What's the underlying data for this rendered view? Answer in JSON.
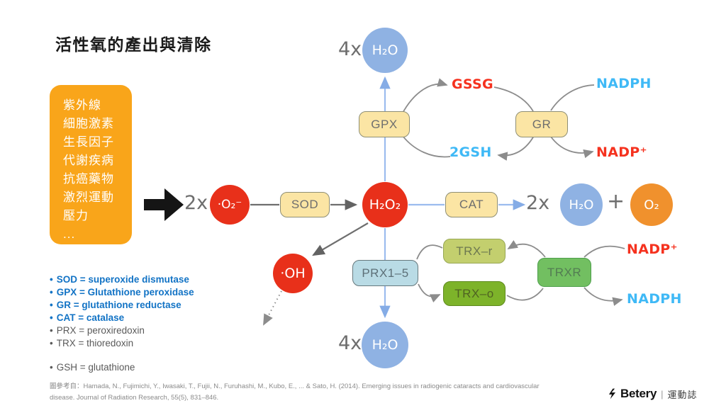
{
  "title": "活性氧的產出與清除",
  "causes": {
    "items": [
      "紫外線",
      "細胞激素",
      "生長因子",
      "代謝疾病",
      "抗癌藥物",
      "激烈運動",
      "壓力",
      "..."
    ]
  },
  "nodes": {
    "superoxide": {
      "label": "·O₂⁻",
      "multiplier": "2x"
    },
    "h2o2": {
      "label": "H₂O₂"
    },
    "h2o_top": {
      "label": "H₂O",
      "multiplier": "4x"
    },
    "h2o_right": {
      "label": "H₂O",
      "multiplier": "2x"
    },
    "o2": {
      "label": "O₂"
    },
    "plus_sign": "+",
    "hydroxyl": {
      "label": "·OH"
    },
    "h2o_bottom": {
      "label": "H₂O",
      "multiplier": "4x"
    }
  },
  "enzymes": {
    "sod": "SOD",
    "gpx": "GPX",
    "gr": "GR",
    "cat": "CAT",
    "prx": "PRX1–5",
    "trx_r": "TRX–r",
    "trx_o": "TRX–o",
    "trxr": "TRXR"
  },
  "metabolites": {
    "gssg": "GSSG",
    "gsh": "2GSH",
    "nadph_top": "NADPH",
    "nadp_top": "NADP⁺",
    "nadp_bottom": "NADP⁺",
    "nadph_bottom": "NADPH"
  },
  "legend": {
    "items": [
      {
        "bullet": "•",
        "text": "SOD = superoxide dismutase",
        "highlight": true
      },
      {
        "bullet": "•",
        "text": "GPX = Glutathione peroxidase",
        "highlight": true
      },
      {
        "bullet": "•",
        "text": "GR = glutathione reductase",
        "highlight": true
      },
      {
        "bullet": "•",
        "text": "CAT = catalase",
        "highlight": true
      },
      {
        "bullet": "•",
        "text": "PRX = peroxiredoxin",
        "highlight": false
      },
      {
        "bullet": "•",
        "text": "TRX = thioredoxin",
        "highlight": false
      },
      {
        "bullet": "•",
        "text": "GSH = glutathione",
        "highlight": false
      }
    ]
  },
  "footer": {
    "citation": "圖參考自：Hamada, N., Fujimichi, Y., Iwasaki, T., Fujii, N., Furuhashi, M., Kubo, E., ... & Sato, H. (2014). Emerging issues in radiogenic cataracts and cardiovascular disease. Journal of Radiation Research, 55(5), 831–846."
  },
  "brand": {
    "name": "Betery",
    "separator": "|",
    "suffix": "運動誌"
  },
  "colors": {
    "causes_box": "#F9A51A",
    "ros_red": "#E8301A",
    "water_blue": "#8FB2E3",
    "oxygen_orange": "#F0912D",
    "enzyme_tan": "#FBE5A4",
    "prx_blue": "#B9DBE5",
    "trx_r_green": "#C3CF6E",
    "trx_o_green": "#7DB32A",
    "trxr_green": "#72BF61",
    "label_red": "#F5321F",
    "label_blue": "#3FB9F6",
    "legend_blue": "#1273C5",
    "wire_gray": "#8C8C8C",
    "wire_blue": "#9BBCEE"
  }
}
